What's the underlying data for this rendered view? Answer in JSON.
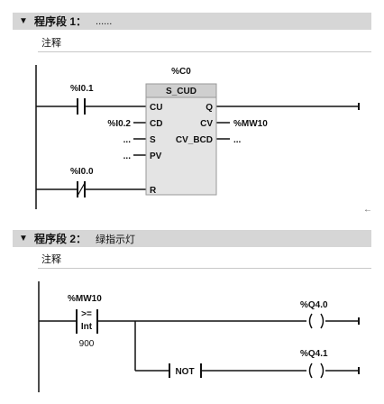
{
  "network1": {
    "title": "程序段 1：",
    "name": "......",
    "comment": "注释",
    "counter_instance": "%C0",
    "block_type": "S_CUD",
    "pins": {
      "cu": "CU",
      "cd": "CD",
      "s": "S",
      "pv": "PV",
      "r": "R",
      "q": "Q",
      "cv": "CV",
      "cv_bcd": "CV_BCD"
    },
    "contact_cu": "%I0.1",
    "input_cd": "%I0.2",
    "input_s": "...",
    "input_pv": "...",
    "contact_r": "%I0.0",
    "output_cv": "%MW10",
    "output_cv_bcd": "..."
  },
  "network2": {
    "title": "程序段 2：",
    "name": "绿指示灯",
    "comment": "注释",
    "compare_operand": "%MW10",
    "compare_op": ">=",
    "compare_type": "Int",
    "compare_value": "900",
    "coil1": "%Q4.0",
    "coil2": "%Q4.1",
    "not_label": "NOT"
  },
  "icons": {
    "collapse": "▼",
    "return_arrow": "←"
  }
}
